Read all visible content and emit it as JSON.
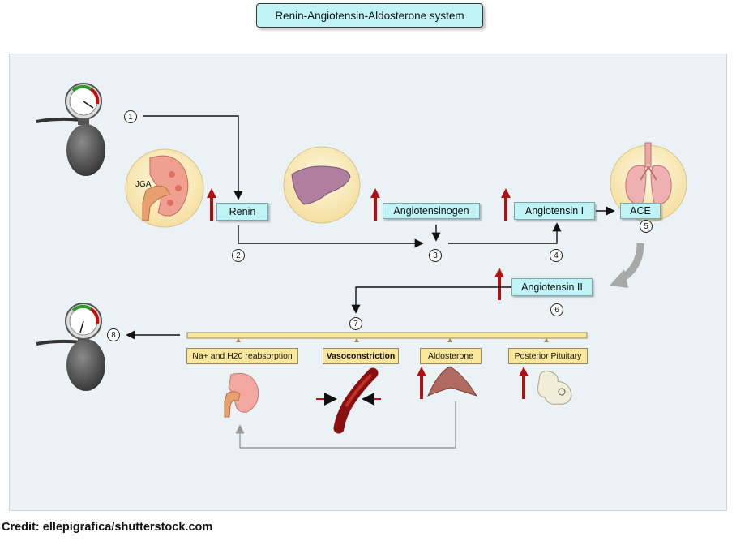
{
  "title": "Renin-Angiotensin-Aldosterone system",
  "credit": "Credit: ellepigrafica/shutterstock.com",
  "kidney_label": "JGA",
  "nodes": {
    "renin": "Renin",
    "angiotensinogen": "Angiotensinogen",
    "angiotensin1": "Angiotensin I",
    "ace": "ACE",
    "angiotensin2": "Angiotensin II"
  },
  "effects": {
    "reabsorption": "Na+ and H20 reabsorption",
    "vasoconstriction": "Vasoconstriction",
    "aldosterone": "Aldosterone",
    "pituitary": "Posterior Pituitary"
  },
  "steps": [
    "1",
    "2",
    "3",
    "4",
    "5",
    "6",
    "7",
    "8"
  ],
  "colors": {
    "node": "#bff3f5",
    "effect": "#fbe79c",
    "arrow_up": "#b01010",
    "panel": "#eaf2f6"
  }
}
